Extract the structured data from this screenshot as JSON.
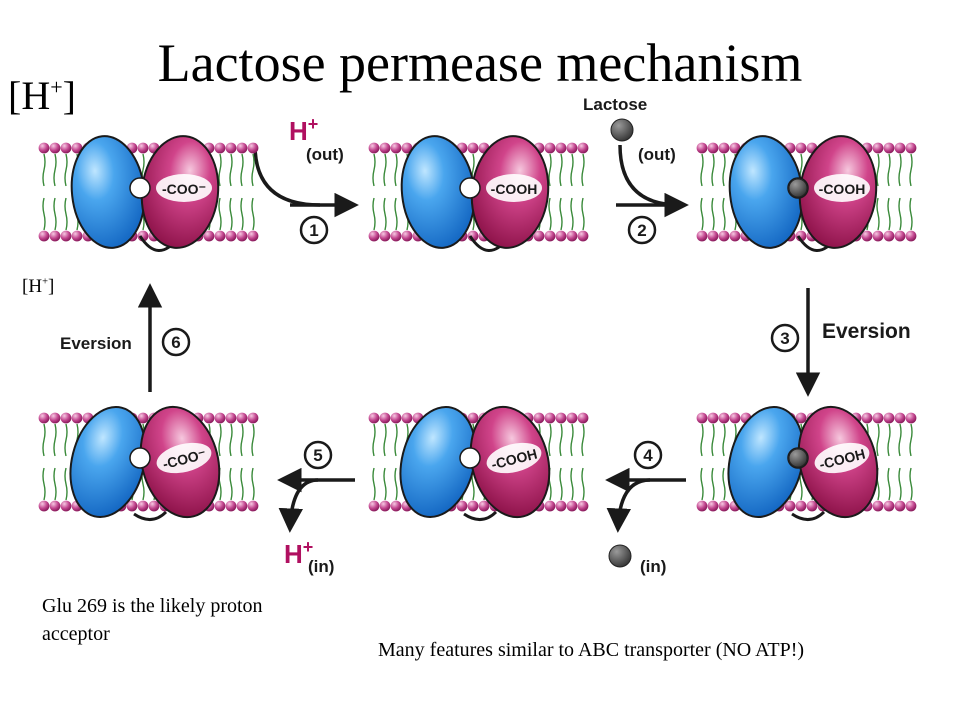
{
  "title": "Lactose permease mechanism",
  "h_ion_big": "[H+]",
  "h_ion_small": "[H+]",
  "labels": {
    "h_out": "(out)",
    "lactose": "Lactose",
    "lactose_out": "(out)",
    "lactose_in": "(in)",
    "h_in": "(in)",
    "h_plus": "H+",
    "eversion_right": "Eversion",
    "eversion_left": "Eversion"
  },
  "steps": [
    "1",
    "2",
    "3",
    "4",
    "5",
    "6"
  ],
  "carboxyl": {
    "deprotonated": "-COO⁻",
    "protonated": "-COOH"
  },
  "notes": {
    "proton_acceptor": "Glu 269 is the likely proton acceptor",
    "similarity": "Many features similar to ABC transporter (NO ATP!)"
  },
  "colors": {
    "domain_blue": "#2f8fe0",
    "domain_magenta": "#b0205e",
    "lipid_head": "#b0307a",
    "lipid_tail": "#3a8a3a",
    "h_plus": "#b01060",
    "lactose": "#555555"
  }
}
